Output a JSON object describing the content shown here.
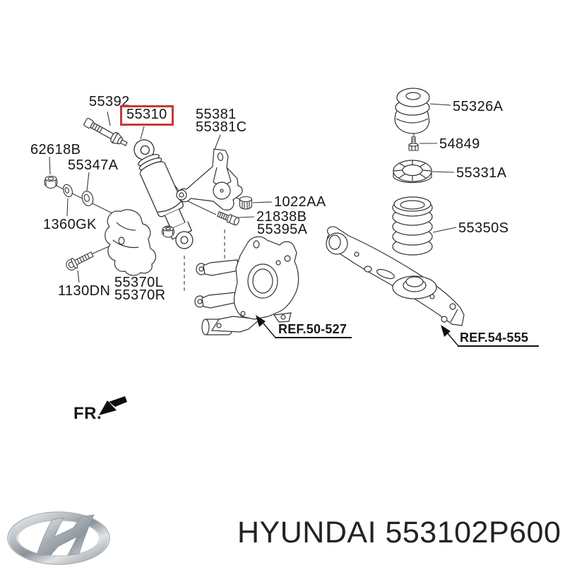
{
  "page": {
    "background": "#ffffff",
    "line_color": "#333333",
    "text_color": "#161616",
    "highlight_color": "#c23b34"
  },
  "labels": {
    "upper_bolt": "55392",
    "shock_absorber": "55310",
    "bracket_line1": "55381",
    "bracket_line2": "55381C",
    "flange_nut": "62618B",
    "washer": "55347A",
    "bush_washer": "1360GK",
    "mount_bolt": "1130DN",
    "protector_left": "55370L",
    "protector_right": "55370R",
    "bracket_nut": "1022AA",
    "bracket_bolt_line1": "21838B",
    "bracket_bolt_line2": "55395A",
    "bumper_stopper": "55326A",
    "stopper_bolt": "54849",
    "spring_pad": "55331A",
    "coil_spring": "55350S",
    "ref_knuckle": "REF.50-527",
    "ref_lower_arm": "REF.54-555"
  },
  "orientation": {
    "front_label": "FR."
  },
  "footer": {
    "caption": "HYUNDAI 553102P600",
    "logo": "hyundai-logo"
  }
}
